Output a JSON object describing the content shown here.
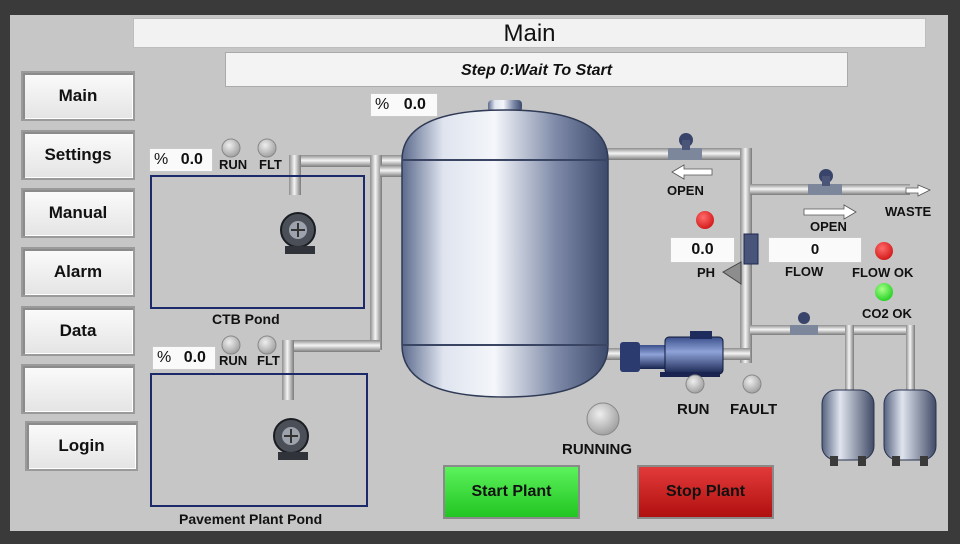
{
  "header": {
    "title": "Main",
    "step": "Step 0:Wait To Start"
  },
  "nav": {
    "items": [
      "Main",
      "Settings",
      "Manual",
      "Alarm",
      "Data",
      "",
      "Login"
    ]
  },
  "tank": {
    "level_unit": "%",
    "level_value": "0.0",
    "running_label": "RUNNING"
  },
  "ctb_pond": {
    "label": "CTB Pond",
    "unit": "%",
    "value": "0.0",
    "run_label": "RUN",
    "flt_label": "FLT"
  },
  "pavement_pond": {
    "label": "Pavement Plant Pond",
    "unit": "%",
    "value": "0.0",
    "run_label": "RUN",
    "flt_label": "FLT"
  },
  "outlet": {
    "valve1_label": "OPEN",
    "valve2_label": "OPEN",
    "waste_label": "WASTE",
    "ph_value": "0.0",
    "ph_label": "PH",
    "flow_value": "0",
    "flow_label": "FLOW",
    "flow_ok_label": "FLOW OK",
    "co2_ok_label": "CO2 OK"
  },
  "pump": {
    "run_label": "RUN",
    "fault_label": "FAULT"
  },
  "buttons": {
    "start": "Start Plant",
    "stop": "Stop Plant"
  },
  "colors": {
    "lamp_off": "#c9c9c9",
    "alarm_red": "#e8202a",
    "ok_green": "#2ee82e",
    "start_green": "#2fd22f",
    "stop_red": "#c81818"
  }
}
